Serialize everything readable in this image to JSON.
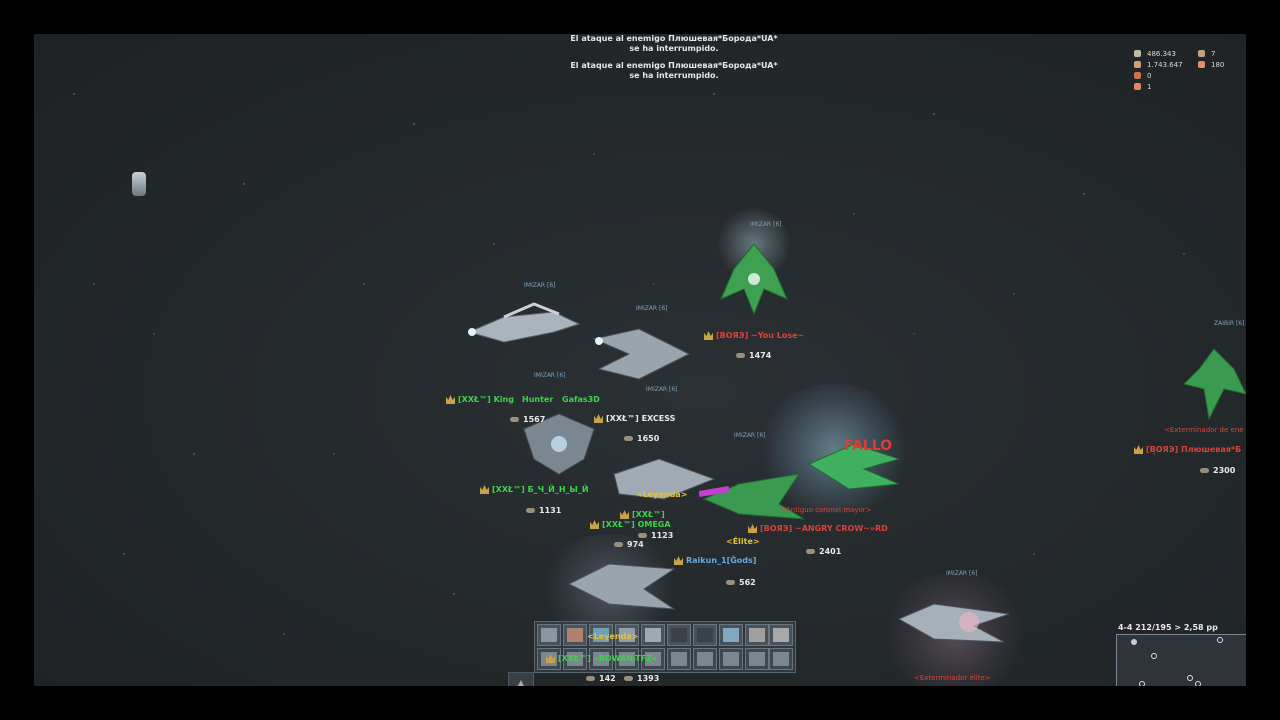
{
  "messages": [
    {
      "line1": "El ataque al enemigo Плюшевая*Борода*UA*",
      "line2": "se ha interrumpido."
    },
    {
      "line1": "El ataque al enemigo Плюшевая*Борода*UA*",
      "line2": "se ha interrumpido."
    }
  ],
  "stats": {
    "left": [
      "486.343",
      "1.743.647",
      "0",
      "1"
    ],
    "right": [
      "7",
      "180"
    ]
  },
  "ship_tags": [
    "IMIZAR [6]",
    "IMIZAR [6]",
    "IMIZAR [6]",
    "IMIZAR [6]",
    "IMIZAR [6]",
    "IMIZAR [6]",
    "IMIZAR [6]",
    "ZAIBIR [6]"
  ],
  "players": {
    "king": "[XXŁ™] King",
    "hunter": "Hunter",
    "gafas": "Gafas3D",
    "excess": "[XXŁ™] EXCESS",
    "bchyn": "[XXŁ™] Б_Ч_Й_Н_Ы_Й",
    "xxl": "[XXŁ™]",
    "omega": "[XXŁ™] OMEGA",
    "rowan": "[XXŁ™] »ROWAN-TFZ«",
    "youlose": "[ВОЯЭ] ~You Lose~",
    "raikun": "Raikun_1[Ğods]",
    "crow": "[ВОЯЭ] ~ANGRY CROW~»RD",
    "plush": "[ВОЯЭ] Плюшевая*Б",
    "exterminador": "<Exterminador de ene",
    "antiguo": "<Antiguo coronel mayor>",
    "exterminador2": "<Exterminador élite>"
  },
  "ranks": {
    "leyenda1": "<Leyenda>",
    "leyenda2": "<Leyenda>",
    "elite": "<Élite>"
  },
  "scores": {
    "s1474": "1474",
    "s1567": "1567",
    "s1650": "1650",
    "s1131": "1131",
    "s1123": "1123",
    "s974": "974",
    "s2401": "2401",
    "s562": "562",
    "s2300": "2300",
    "s1393": "1393",
    "s142": "142"
  },
  "fallo": "FALLO",
  "minimap": {
    "coords": "4-4 212/195 > 2,58 pp"
  },
  "colors": {
    "ally": "#3fd447",
    "enemy": "#d8443a",
    "rank": "#e4c23a",
    "space": "#24292c"
  }
}
